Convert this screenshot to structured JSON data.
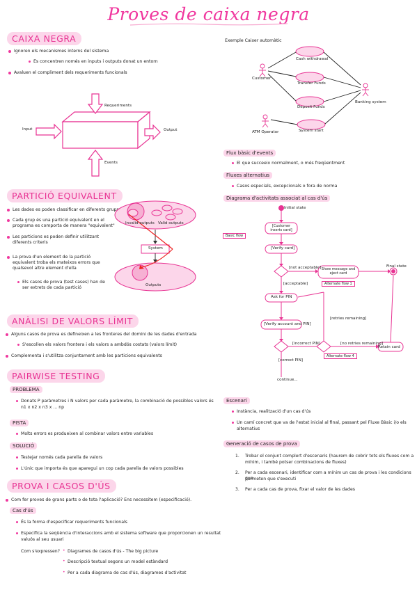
{
  "title": "Proves de caixa negra",
  "left": {
    "caixa_negra": {
      "header": "CAIXA NEGRA",
      "b1": "Ignoren els mecanismes interns del sistema",
      "b1a": "Es concentren només en inputs i outputs donat un entorn",
      "b2": "Avaluen el compliment dels requeriments funcionals",
      "diagram": {
        "top": "Requeriments",
        "left": "Input",
        "right": "Output",
        "bottom": "Events"
      }
    },
    "particio": {
      "header": "PARTICIÓ EQUIVALENT",
      "b1": "Les dades es poden classificar en diferents grups",
      "b2a": "Cada grup és una partició equivalent en el",
      "b2b": "programa es comporta de manera \"equivalent\"",
      "b3a": "Les particions es poden definir utilitzant",
      "b3b": "diferents criteris",
      "b4a": "La prova d'un element de la partició",
      "b4b": "equivalent troba els mateixos errors que",
      "b4c": "qualsevol altre element d'ella",
      "b5a": "Els casos de prova (test cases) han de",
      "b5b": "ser extrets de cada partició",
      "diagram": {
        "invalid": "Invalid outputs",
        "valid": "Valid outputs",
        "system": "System",
        "outputs": "Outputs"
      }
    },
    "limit": {
      "header": "ANÀLISI DE VALORS LÍMIT",
      "b1": "Alguns casos de prova es defineixen a les fronteres del domini de les dades d'entrada",
      "b1a": "S'escollen els valors frontera i els valors a ambdós costats (valors límit)",
      "b2": "Complementa i s'utilitza conjuntament amb les particions equivalents"
    },
    "pairwise": {
      "header": "PAIRWISE TESTING",
      "problema": "PROBLEMA",
      "p1a": "Donats P paràmetres i N valors per cada paràmetre, la combinació de possibles valors és",
      "p1b": "n1 x n2 x n3 x ... np",
      "pista": "PISTA",
      "p2": "Molts errors es produeixen al combinar valors entre variables",
      "solucio": "SOLUCIÓ",
      "p3": "Testejar només cada parella de valors",
      "p4": "L'únic que importa és que aparegui un cop cada parella de valors possibles"
    },
    "usos": {
      "header": "PROVA I CASOS D'ÚS",
      "b1": "Com fer proves de grans parts o de tota l'aplicació? Ens necessitem (especificació).",
      "cas_dus": "Cas d'ús",
      "c1": "És la forma d'especificar requeriments funcionals",
      "c2a": "Especifica la seqüència d'interaccions amb el sistema software que proporcionen un resultat",
      "c2b": "valuós al seu usuari",
      "com_label": "Com s'expressen?",
      "e1": "Diagrames de casos d'ús - The big picture",
      "e2": "Descripció textual segons un model estàndard",
      "e3": "Per a cada diagrama de cas d'ús, diagrames d'activitat"
    }
  },
  "right": {
    "uc_title": "Exemple Caixer automàtic",
    "uc": {
      "customer": "Customer",
      "operator": "ATM Operator",
      "bank": "Banking system",
      "cash": "Cash withdrawal",
      "transfer": "Transfer Funds",
      "deposit": "Deposit Funds",
      "start": "System start"
    },
    "fluxos": {
      "basic": "Flux bàsic d'events",
      "basic_b": "El que succeeix normalment, o més freqüentment",
      "alt": "Fluxes alternatius",
      "alt_b": "Casos especials, excepcionals o fora de norma",
      "activitat": "Diagrama d'activitats associat al cas d'ús"
    },
    "act": {
      "initial": "Initial state",
      "insert": "[Customer inserts card]",
      "verify": "[Verify card]",
      "invalid": "[not acceptable]",
      "show": "Show message and eject card",
      "final": "Final state",
      "acceptable": "[acceptable]",
      "alt1": "Alternate flow 1",
      "basic_flow": "Basic flow",
      "ask": "Ask for PIN",
      "verifypin": "[Verify account and PIN]",
      "retries": "[retries remaining]",
      "incorrect": "[incorrect PIN]",
      "noretries": "[no retries remaining]",
      "retain": "Retain card",
      "alt4": "Alternate flow 4",
      "correct": "[correct PIN]",
      "continue": "continue..."
    },
    "escenari": {
      "header": "Escenari",
      "b1": "Instància, realització d'un cas d'ús",
      "b2a": "Un camí concret que va de l'estat inicial al final, passant pel Fluxe Bàsic i/o els",
      "b2b": "alternatius"
    },
    "generacio": {
      "header": "Generació de casos de prova",
      "n1a": "Trobar el conjunt complert d'escenaris (haurem de cobrir tots els fluxes com a",
      "n1b": "mínim, i també potser combinacions de fluxes)",
      "n2a": "Per a cada escenari, identificar com a mínim un cas de prova i les condicions que",
      "n2b": "permeten que s'executi",
      "n3": "Per a cada cas de prova, fixar el valor de les dades"
    }
  }
}
